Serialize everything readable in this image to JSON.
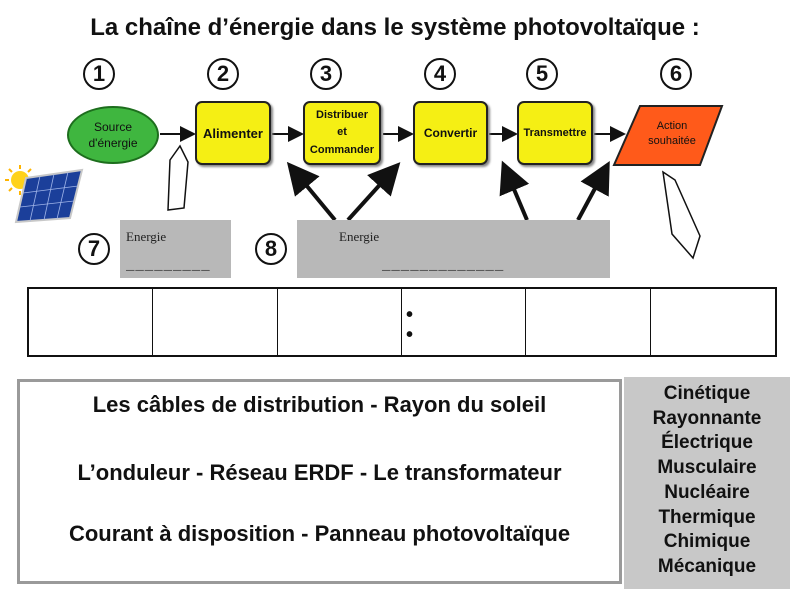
{
  "title": "La chaîne d’énergie dans le système photovoltaïque :",
  "step_numbers": [
    "1",
    "2",
    "3",
    "4",
    "5",
    "6",
    "7",
    "8"
  ],
  "chain": {
    "source": [
      "Source",
      "d'énergie"
    ],
    "alimenter": "Alimenter",
    "distribuer": [
      "Distribuer",
      "et",
      "Commander"
    ],
    "convertir": "Convertir",
    "transmettre": "Transmettre",
    "action": [
      "Action",
      "souhaitée"
    ]
  },
  "energy_boxes": [
    {
      "label": "Energie",
      "blank": "_________"
    },
    {
      "label": "Energie",
      "blank": "_____________"
    }
  ],
  "answer_table": {
    "columns": 6,
    "dots": [
      "•",
      "•"
    ]
  },
  "word_bank": [
    "Les câbles de distribution - Rayon du soleil",
    "L’onduleur - Réseau ERDF - Le transformateur",
    "Courant à disposition - Panneau photovoltaïque"
  ],
  "energy_types": [
    "Cinétique",
    "Rayonnante",
    "Électrique",
    "Musculaire",
    "Nucléaire",
    "Thermique",
    "Chimique",
    "Mécanique"
  ],
  "colors": {
    "source": "#3fb63f",
    "function": "#f5ef14",
    "action": "#ff5a1a",
    "gray": "#b8b8b8"
  },
  "icons": [
    "solar-panel-icon",
    "sun-icon"
  ]
}
